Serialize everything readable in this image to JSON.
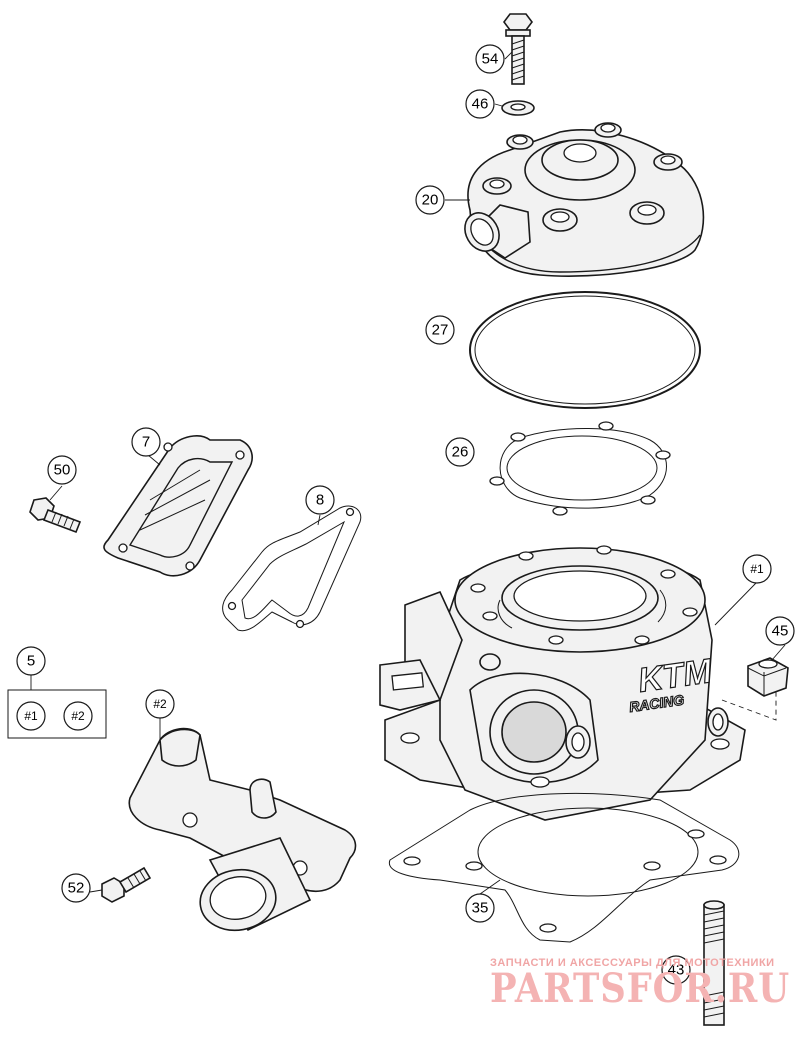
{
  "diagram": {
    "callouts": [
      {
        "id": "c54",
        "label": "54"
      },
      {
        "id": "c46",
        "label": "46"
      },
      {
        "id": "c20",
        "label": "20"
      },
      {
        "id": "c27",
        "label": "27"
      },
      {
        "id": "c26",
        "label": "26"
      },
      {
        "id": "c7",
        "label": "7"
      },
      {
        "id": "c50",
        "label": "50"
      },
      {
        "id": "c8",
        "label": "8"
      },
      {
        "id": "c1",
        "label": "#1"
      },
      {
        "id": "c45",
        "label": "45"
      },
      {
        "id": "c5",
        "label": "5"
      },
      {
        "id": "c5a",
        "label": "#1"
      },
      {
        "id": "c5b",
        "label": "#2"
      },
      {
        "id": "c2",
        "label": "#2"
      },
      {
        "id": "c52",
        "label": "52"
      },
      {
        "id": "c35",
        "label": "35"
      },
      {
        "id": "c43",
        "label": "43"
      }
    ],
    "cylinder_logo": "KTM",
    "cylinder_logo_sub": "RACING"
  },
  "watermark": {
    "caption": "ЗАПЧАСТИ И АКСЕССУАРЫ ДЛЯ МОТОТЕХНИКИ",
    "brand": "PARTSFOR.RU"
  }
}
